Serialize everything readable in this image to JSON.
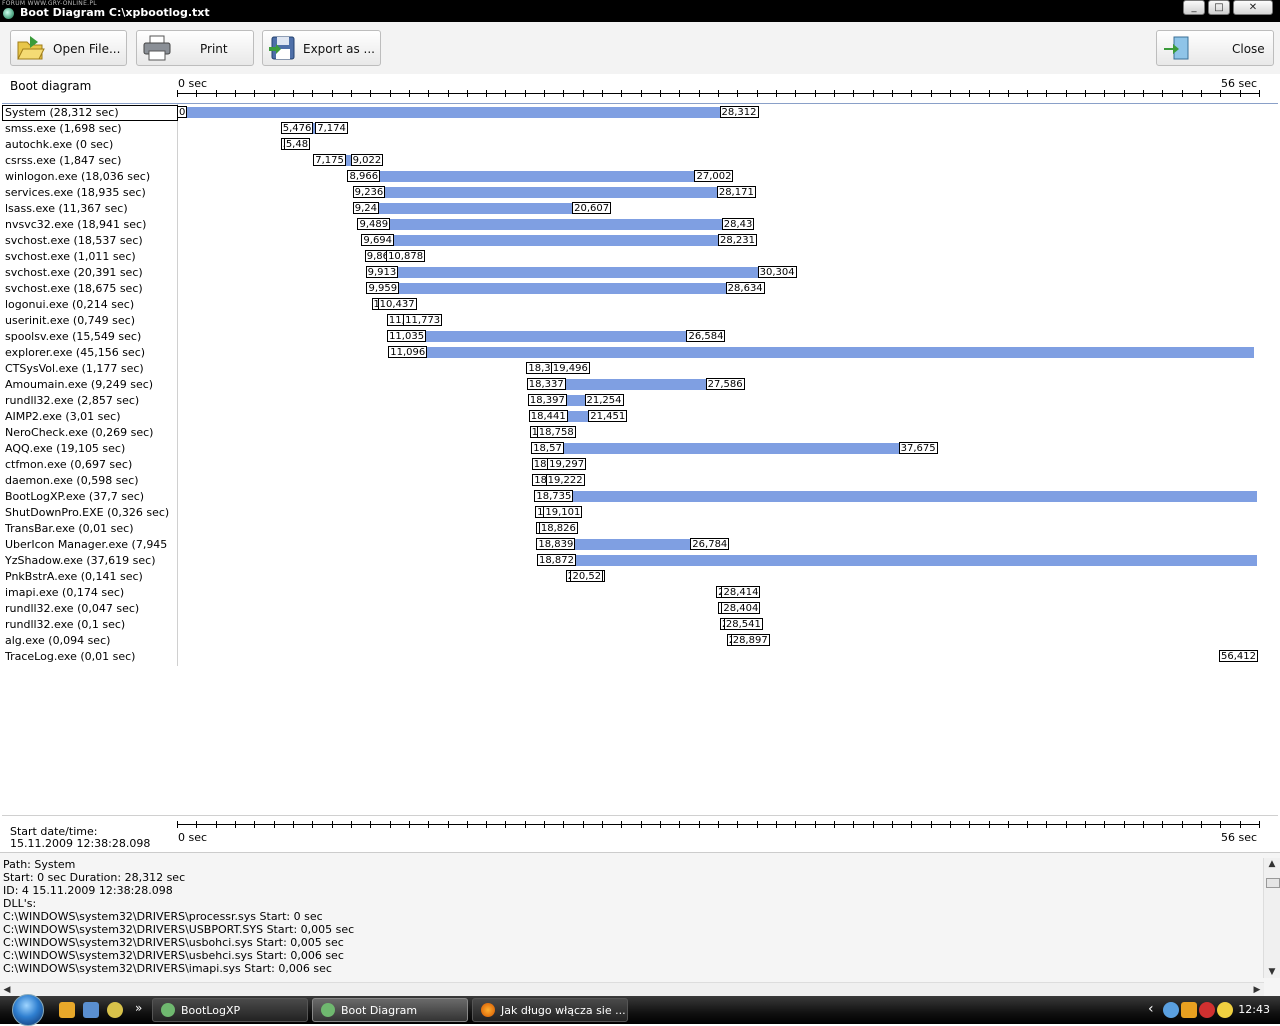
{
  "window": {
    "watermark": "FORUM WWW.GRY-ONLINE.PL",
    "title": "Boot Diagram C:\\xpbootlog.txt",
    "controls": {
      "minimize": "_",
      "maximize": "□",
      "close": "✕"
    }
  },
  "toolbar": {
    "open_label": "Open File...",
    "print_label": "Print",
    "export_label": "Export as ...",
    "close_label": "Close"
  },
  "diagram": {
    "header_label": "Boot diagram",
    "axis_start": "0 sec",
    "axis_end": "56 sec",
    "axis_max": 56.412,
    "selected_index": 0,
    "rows": [
      {
        "label": "System (28,312 sec)",
        "start": 0,
        "end": 28.312,
        "start_label": "0",
        "end_label": "28,312"
      },
      {
        "label": "smss.exe (1,698 sec)",
        "start": 5.476,
        "end": 7.174,
        "start_label": "5,476",
        "end_label": "7,174"
      },
      {
        "label": "autochk.exe (0 sec)",
        "start": 5.48,
        "end": 5.48,
        "start_label": "5,48",
        "end_label": "5,48"
      },
      {
        "label": "csrss.exe (1,847 sec)",
        "start": 7.175,
        "end": 9.022,
        "start_label": "7,175",
        "end_label": "9,022"
      },
      {
        "label": "winlogon.exe (18,036 sec)",
        "start": 8.966,
        "end": 27.002,
        "start_label": "8,966",
        "end_label": "27,002"
      },
      {
        "label": "services.exe (18,935 sec)",
        "start": 9.236,
        "end": 28.171,
        "start_label": "9,236",
        "end_label": "28,171"
      },
      {
        "label": "lsass.exe (11,367 sec)",
        "start": 9.24,
        "end": 20.607,
        "start_label": "9,24",
        "end_label": "20,607"
      },
      {
        "label": "nvsvc32.exe (18,941 sec)",
        "start": 9.489,
        "end": 28.43,
        "start_label": "9,489",
        "end_label": "28,43"
      },
      {
        "label": "svchost.exe (18,537 sec)",
        "start": 9.694,
        "end": 28.231,
        "start_label": "9,694",
        "end_label": "28,231"
      },
      {
        "label": "svchost.exe (1,011 sec)",
        "start": 9.867,
        "end": 10.878,
        "start_label": "9,867",
        "end_label": "10,878"
      },
      {
        "label": "svchost.exe (20,391 sec)",
        "start": 9.913,
        "end": 30.304,
        "start_label": "9,913",
        "end_label": "30,304"
      },
      {
        "label": "svchost.exe (18,675 sec)",
        "start": 9.959,
        "end": 28.634,
        "start_label": "9,959",
        "end_label": "28,634"
      },
      {
        "label": "logonui.exe (0,214 sec)",
        "start": 10.223,
        "end": 10.437,
        "start_label": "10,223",
        "end_label": "10,437"
      },
      {
        "label": "userinit.exe (0,749 sec)",
        "start": 11.024,
        "end": 11.773,
        "start_label": "11,024",
        "end_label": "11,773"
      },
      {
        "label": "spoolsv.exe (15,549 sec)",
        "start": 11.035,
        "end": 26.584,
        "start_label": "11,035",
        "end_label": "26,584"
      },
      {
        "label": "explorer.exe (45,156 sec)",
        "start": 11.096,
        "end": 56.252,
        "start_label": "11,096",
        "end_label": ""
      },
      {
        "label": "CTSysVol.exe (1,177 sec)",
        "start": 18.319,
        "end": 19.496,
        "start_label": "18,319",
        "end_label": "19,496"
      },
      {
        "label": "Amoumain.exe (9,249 sec)",
        "start": 18.337,
        "end": 27.586,
        "start_label": "18,337",
        "end_label": "27,586"
      },
      {
        "label": "rundll32.exe (2,857 sec)",
        "start": 18.397,
        "end": 21.254,
        "start_label": "18,397",
        "end_label": "21,254"
      },
      {
        "label": "AIMP2.exe (3,01 sec)",
        "start": 18.441,
        "end": 21.451,
        "start_label": "18,441",
        "end_label": "21,451"
      },
      {
        "label": "NeroCheck.exe (0,269 sec)",
        "start": 18.489,
        "end": 18.758,
        "start_label": "18,489",
        "end_label": "18,758"
      },
      {
        "label": "AQQ.exe (19,105 sec)",
        "start": 18.57,
        "end": 37.675,
        "start_label": "18,57",
        "end_label": "37,675"
      },
      {
        "label": "ctfmon.exe (0,697 sec)",
        "start": 18.6,
        "end": 19.297,
        "start_label": "18,6",
        "end_label": "19,297"
      },
      {
        "label": "daemon.exe (0,598 sec)",
        "start": 18.624,
        "end": 19.222,
        "start_label": "18,624",
        "end_label": "19,222"
      },
      {
        "label": "BootLogXP.exe (37,7 sec)",
        "start": 18.735,
        "end": 56.435,
        "start_label": "18,735",
        "end_label": ""
      },
      {
        "label": "ShutDownPro.EXE (0,326 sec)",
        "start": 18.775,
        "end": 19.101,
        "start_label": "18,775",
        "end_label": "19,101"
      },
      {
        "label": "TransBar.exe (0,01 sec)",
        "start": 18.816,
        "end": 18.826,
        "start_label": "18,816",
        "end_label": "18,826"
      },
      {
        "label": "UberIcon Manager.exe (7,945",
        "start": 18.839,
        "end": 26.784,
        "start_label": "18,839",
        "end_label": "26,784"
      },
      {
        "label": "YzShadow.exe (37,619 sec)",
        "start": 18.872,
        "end": 56.491,
        "start_label": "18,872",
        "end_label": ""
      },
      {
        "label": "PnkBstrA.exe (0,141 sec)",
        "start": 20.379,
        "end": 20.52,
        "start_label": "20,379",
        "end_label": "20,52"
      },
      {
        "label": "imapi.exe (0,174 sec)",
        "start": 28.24,
        "end": 28.414,
        "start_label": "28,24",
        "end_label": "28,414"
      },
      {
        "label": "rundll32.exe (0,047 sec)",
        "start": 28.357,
        "end": 28.404,
        "start_label": "28,357",
        "end_label": "28,404"
      },
      {
        "label": "rundll32.exe (0,1 sec)",
        "start": 28.441,
        "end": 28.541,
        "start_label": "28,441",
        "end_label": "28,541"
      },
      {
        "label": "alg.exe (0,094 sec)",
        "start": 28.803,
        "end": 28.897,
        "start_label": "28,803",
        "end_label": "28,897"
      },
      {
        "label": "TraceLog.exe (0,01 sec)",
        "start": 56.402,
        "end": 56.412,
        "start_label": "",
        "end_label": "56,412"
      }
    ],
    "start_datetime_label": "Start date/time:",
    "start_datetime_value": "15.11.2009 12:38:28.098",
    "bar_color": "#7f9fe2"
  },
  "details": {
    "lines": [
      "Path: System",
      "Start: 0 sec Duration: 28,312 sec",
      "ID: 4  15.11.2009  12:38:28.098",
      "DLL's:",
      "C:\\WINDOWS\\system32\\DRIVERS\\processr.sys Start: 0 sec",
      "C:\\WINDOWS\\system32\\DRIVERS\\USBPORT.SYS Start: 0,005 sec",
      "C:\\WINDOWS\\system32\\DRIVERS\\usbohci.sys Start: 0,005 sec",
      "C:\\WINDOWS\\system32\\DRIVERS\\usbehci.sys Start: 0,006 sec",
      "C:\\WINDOWS\\system32\\DRIVERS\\imapi.sys Start: 0,006 sec"
    ]
  },
  "taskbar": {
    "quicklaunch_more": "»",
    "tasks": [
      {
        "label": "BootLogXP",
        "active": false
      },
      {
        "label": "Boot Diagram",
        "active": true
      },
      {
        "label": "Jak długo włącza sie ...",
        "active": false
      }
    ],
    "tray_arrow": "‹",
    "clock": "12:43"
  }
}
